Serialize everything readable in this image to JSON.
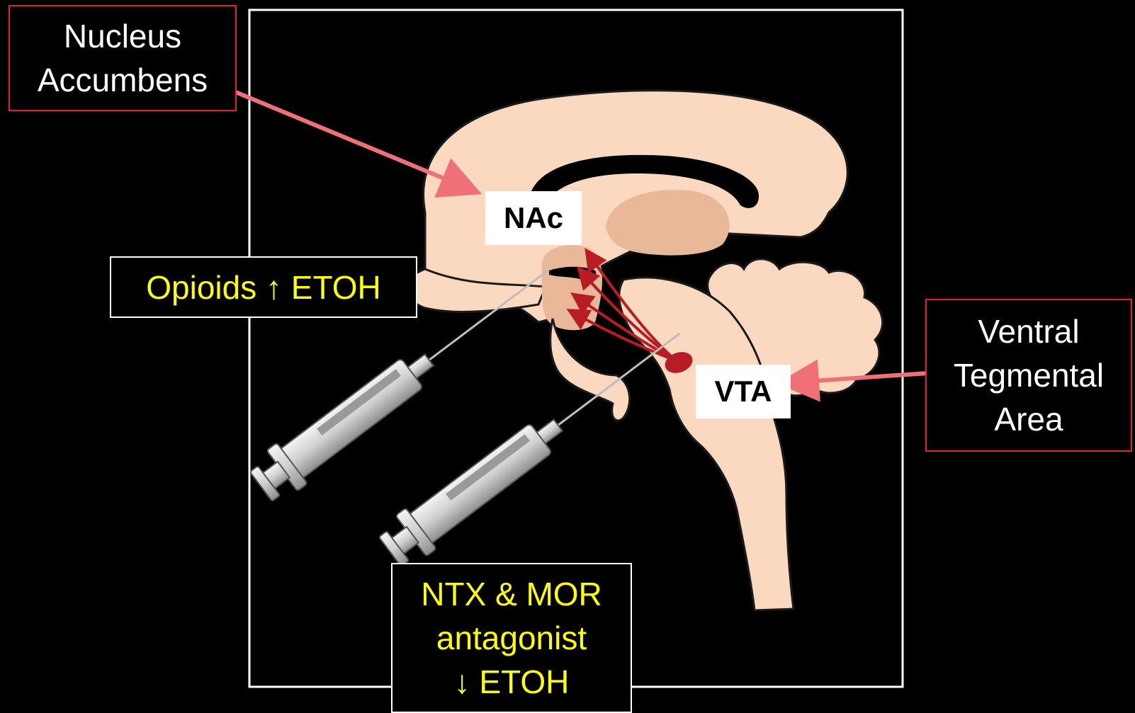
{
  "labels": {
    "nucleus_accumbens": [
      "Nucleus",
      "Accumbens"
    ],
    "ventral_tegmental_area": [
      "Ventral",
      "Tegmental",
      "Area"
    ],
    "opioids": "Opioids ↑ ETOH",
    "antagonist": [
      "NTX & MOR",
      "antagonist",
      "↓ ETOH"
    ],
    "nac_tag": "NAc",
    "vta_tag": "VTA"
  },
  "colors": {
    "background": "#000000",
    "frame": "#ffffff",
    "callout_border": "#e8202a",
    "annotation_text": "#ffff00",
    "pointer_arrow": "#f0707a",
    "brain_fill": "#fbd9c1",
    "brain_inner": "#e8b898",
    "pathway": "#b81c24"
  },
  "icons": [
    "syringe-icon",
    "syringe-icon",
    "brain-sagittal-illustration"
  ]
}
